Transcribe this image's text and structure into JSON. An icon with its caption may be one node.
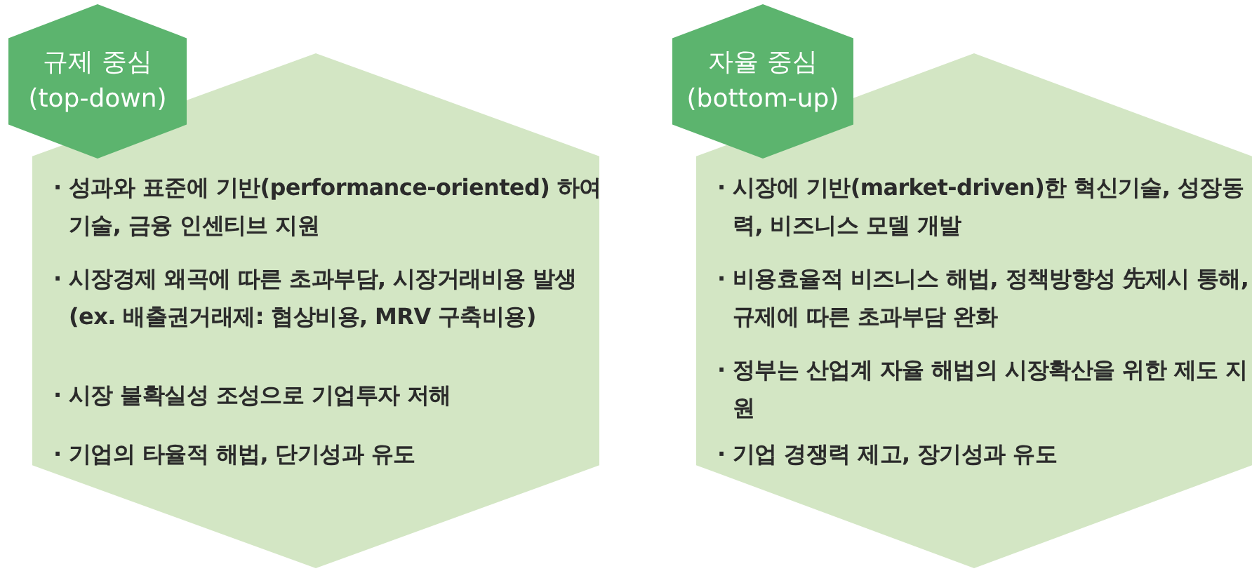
{
  "diagram": {
    "nodes": [
      {
        "text": [
          "규제 중심 (top-down)"
        ]
      },
      {
        "text": [
          "· 성과와 표준에 기반(performance-oriented) 하여 기술, 금융 인센티브 지원",
          "· 시장경제 왜곡에 따른 초과부담, 시장거래비용 발생 (ex. 배출권거래제: 협상비용, MRV 구축비용)",
          "· 시장 불확실성 조성으로 기업투자 저해",
          "· 기업의 타율적 해법, 단기성과 유도"
        ]
      },
      {
        "text": [
          "자율 중심 (bottom-up)"
        ]
      },
      {
        "text": [
          "· 시장에 기반(market-driven)한 혁신기술, 성장동력, 비즈니스 모델 개발",
          "· 비용효율적 비즈니스 해법, 정책방향성 先제시 통해, 규제에 따른 초과부담 완화",
          "· 정부는 산업계 자율 해법의 시장확산을 위한 제도 지원",
          "· 기업 경쟁력 제고, 장기성과 유도"
        ]
      }
    ]
  }
}
